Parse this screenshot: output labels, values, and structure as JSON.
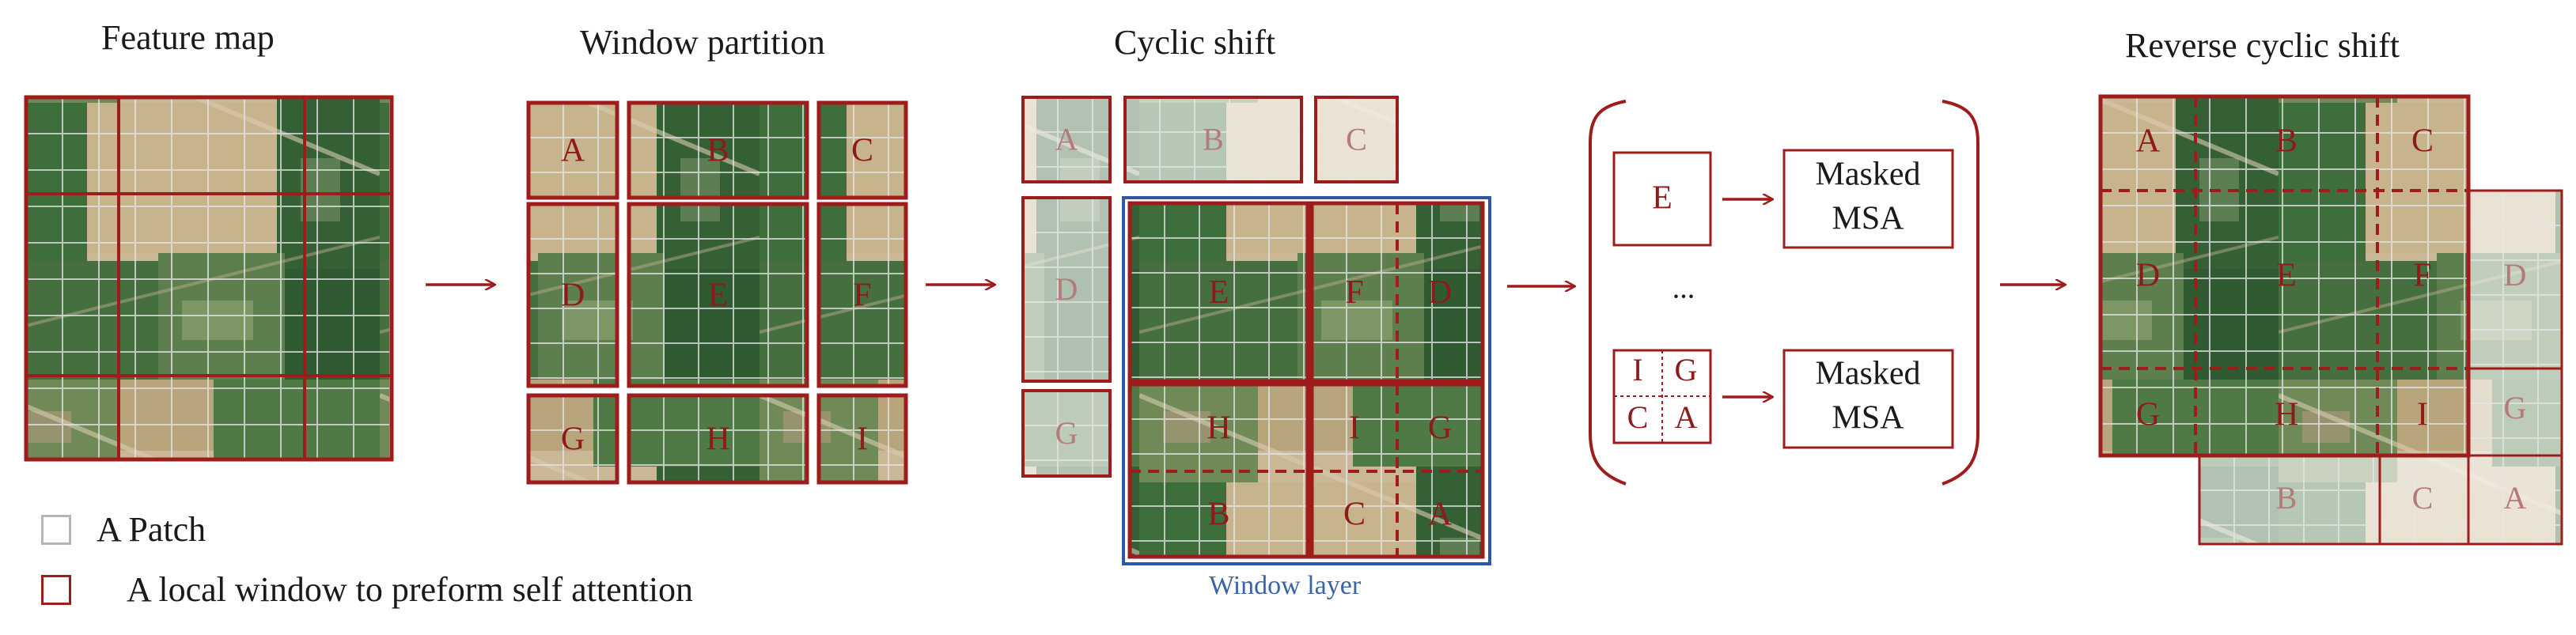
{
  "titles": {
    "feature_map": "Feature map",
    "window_partition": "Window partition",
    "cyclic_shift": "Cyclic shift",
    "reverse_cyclic_shift": "Reverse cyclic shift"
  },
  "window_labels": [
    "A",
    "B",
    "C",
    "D",
    "E",
    "F",
    "G",
    "H",
    "I"
  ],
  "window_layer_caption": "Window layer",
  "attention": {
    "top_window": "E",
    "dots": "...",
    "bottom_window": [
      "I",
      "G",
      "C",
      "A"
    ],
    "msa_line1": "Masked",
    "msa_line2": "MSA"
  },
  "legend": {
    "patch": "A Patch",
    "window": "A local window to preform self attention"
  },
  "colors": {
    "window_border": "#9e1c1c",
    "patch_grid": "#e6e6e6",
    "window_layer_border": "#2e58a3",
    "caption_blue": "#3b63a8",
    "label_red": "#8e1b1b",
    "arrow": "#9e1c1c",
    "field_light": "#c9b795",
    "field_dark": "#3f6e3d"
  }
}
